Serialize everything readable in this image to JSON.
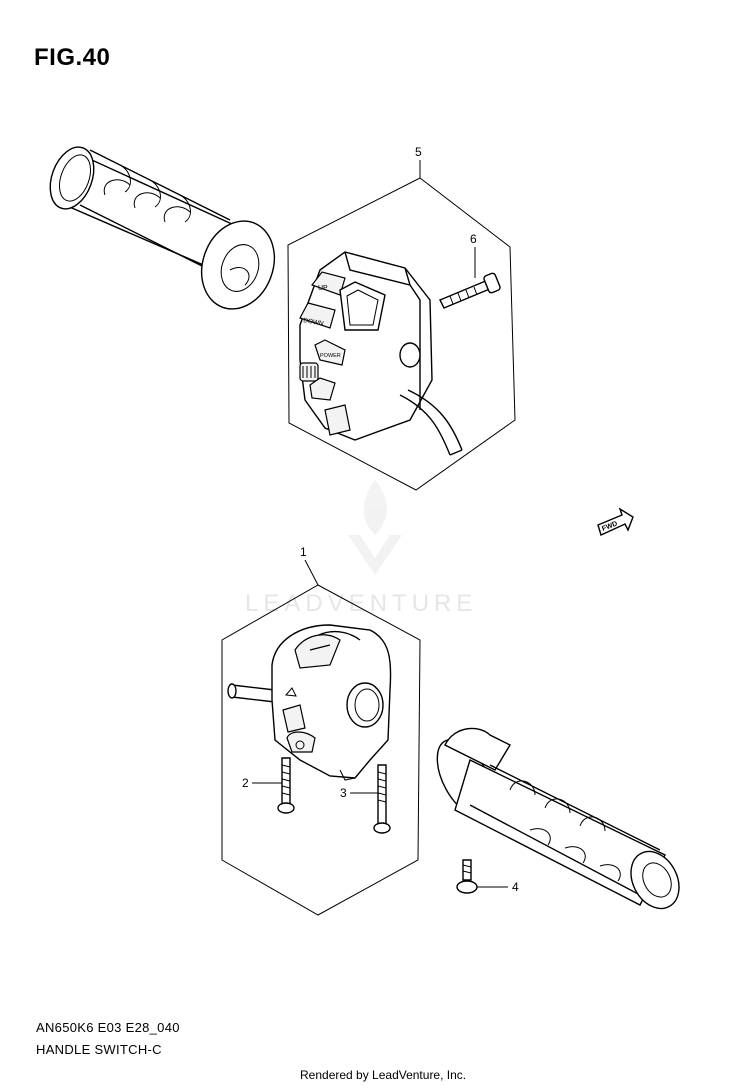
{
  "figure": {
    "title": "FIG.40",
    "code": "AN650K6 E03 E28_040",
    "name": "HANDLE SWITCH-C"
  },
  "watermark": {
    "text": "LEADVENTURE"
  },
  "credit": "Rendered by LeadVenture, Inc.",
  "callouts": [
    "1",
    "2",
    "3",
    "4",
    "5",
    "6"
  ],
  "switch_labels": {
    "up": "UP",
    "down": "DOWN",
    "power": "POWER",
    "fwd": "FWD"
  },
  "parts": [
    {
      "ref": "1",
      "icon": "left-handle-switch-icon"
    },
    {
      "ref": "2",
      "icon": "screw-icon"
    },
    {
      "ref": "3",
      "icon": "screw-icon"
    },
    {
      "ref": "4",
      "icon": "screw-icon"
    },
    {
      "ref": "5",
      "icon": "right-handle-switch-icon"
    },
    {
      "ref": "6",
      "icon": "screw-icon"
    }
  ]
}
